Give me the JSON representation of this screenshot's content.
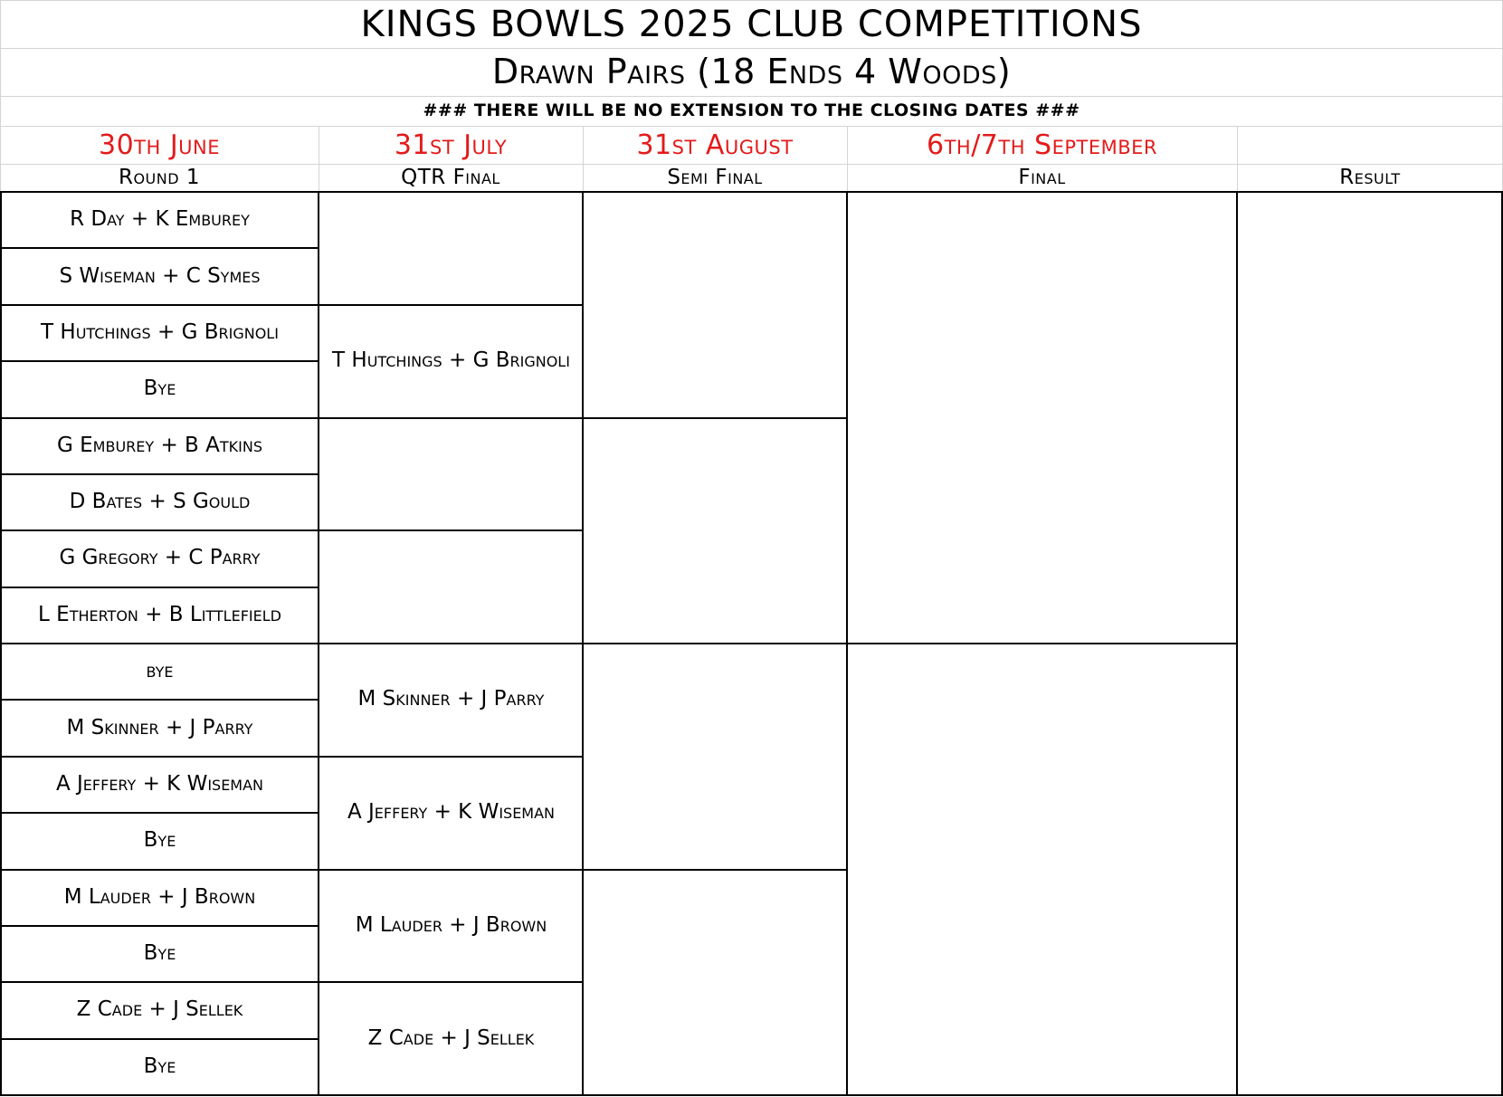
{
  "title": "KINGS BOWLS 2025 CLUB COMPETITIONS",
  "subtitle": "Drawn Pairs (18 Ends 4 Woods)",
  "notice": "###  THERE WILL BE NO EXTENSION TO THE CLOSING DATES  ###",
  "dates": [
    "30th June",
    "31st July",
    "31st August",
    "6th/7th September",
    ""
  ],
  "rounds": [
    "Round 1",
    "QTR Final",
    "Semi Final",
    "Final",
    "Result"
  ],
  "round1": [
    "R Day + K Emburey",
    "S Wiseman + C Symes",
    "T Hutchings + G Brignoli",
    "Bye",
    "G Emburey + B Atkins",
    "D Bates + S Gould",
    "G Gregory + C Parry",
    "L Etherton + B Littlefield",
    "bye",
    "M Skinner + J Parry",
    "A Jeffery + K Wiseman",
    "Bye",
    "M Lauder + J Brown",
    "Bye",
    "Z Cade + J Sellek",
    "Bye"
  ],
  "qtr_final": [
    "",
    "T Hutchings + G Brignoli",
    "",
    "",
    "M Skinner + J Parry",
    "A Jeffery + K Wiseman",
    "M Lauder + J Brown",
    "Z Cade + J Sellek"
  ],
  "semi_final": [
    "",
    "",
    "",
    ""
  ],
  "final": [
    "",
    ""
  ],
  "result": [
    ""
  ]
}
